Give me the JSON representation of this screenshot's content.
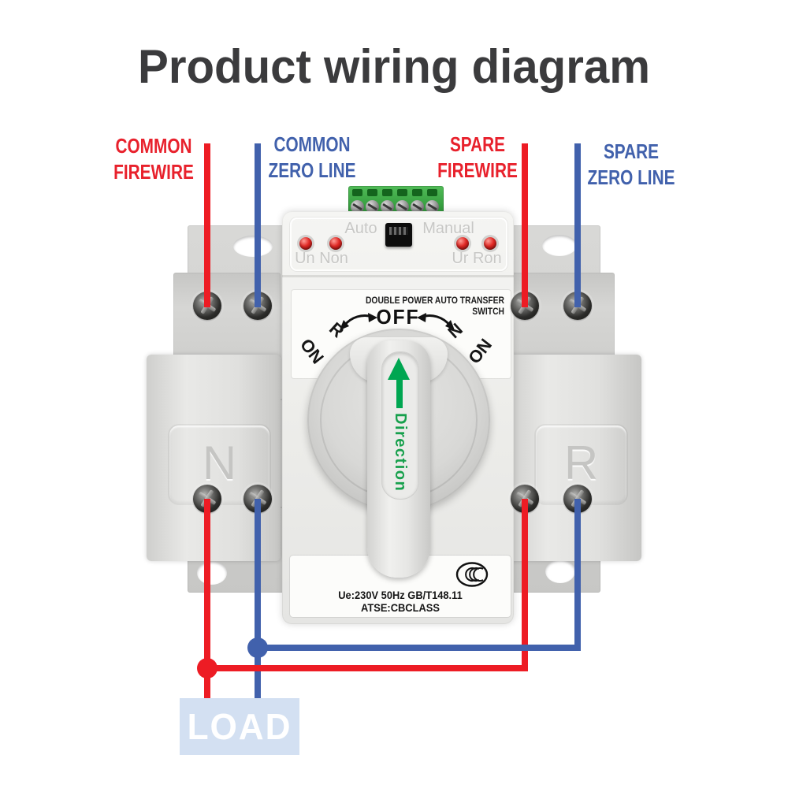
{
  "title": "Product wiring diagram",
  "wiring_labels": [
    {
      "id": "common-firewire",
      "lines": [
        "COMMON",
        "FIREWIRE"
      ],
      "color": "#e8212c"
    },
    {
      "id": "common-zero-line",
      "lines": [
        "COMMON",
        "ZERO LINE"
      ],
      "color": "#4161ac"
    },
    {
      "id": "spare-firewire",
      "lines": [
        "SPARE",
        "FIREWIRE"
      ],
      "color": "#e8212c"
    },
    {
      "id": "spare-zero-line",
      "lines": [
        "SPARE",
        "ZERO LINE"
      ],
      "color": "#4161ac"
    }
  ],
  "device": {
    "control_panel": {
      "auto_label": "Auto",
      "manual_label": "Manual",
      "left_leds_label": "Un Non",
      "right_leds_label": "Ur Ron",
      "led_count": 4,
      "led_color": "#e02824"
    },
    "face": {
      "title": "DOUBLE POWER AUTO TRANSFER SWITCH",
      "off_label": "OFF",
      "left_position": "R",
      "left_on": "ON",
      "right_position": "N",
      "right_on": "ON"
    },
    "handle": {
      "direction_label": "Direction",
      "arrow_color": "#00a651"
    },
    "poles": {
      "left": "N",
      "right": "R"
    },
    "bottom_label": {
      "spec": "Ue:230V 50Hz GB/T148.11 ATSE:CBCLASS",
      "certification": "CCC"
    }
  },
  "wiring": {
    "fire_color": "#ed1c24",
    "zero_color": "#4161ac"
  },
  "load": {
    "label": "LOAD",
    "bg": "#d3e0f2"
  }
}
